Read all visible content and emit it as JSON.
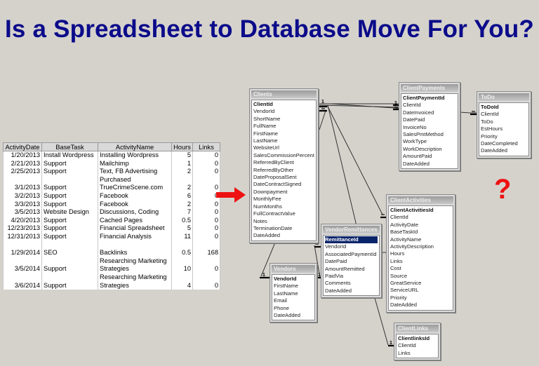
{
  "title": "Is a Spreadsheet to Database Move For You?",
  "colors": {
    "title": "#0b0b8a",
    "arrow": "#ee1111",
    "question": "#ee1111",
    "background": "#d5d2cc"
  },
  "question_mark": "?",
  "spreadsheet": {
    "headers": [
      "ActivityDate",
      "BaseTask",
      "ActivityName",
      "Hours",
      "Links"
    ],
    "rows": [
      [
        "1/20/2013",
        "Install Wordpress",
        "Installing Wordpress",
        "5",
        "0"
      ],
      [
        "2/21/2013",
        "Support",
        "Mailchimp",
        "1",
        "0"
      ],
      [
        "2/25/2013",
        "Support",
        "Text, FB Advertising",
        "2",
        "0"
      ],
      [
        "3/1/2013",
        "Support",
        "Purchased TrueCrimeScene.com",
        "2",
        "0"
      ],
      [
        "3/2/2013",
        "Support",
        "Facebook",
        "6",
        "0"
      ],
      [
        "3/3/2013",
        "Support",
        "Facebook",
        "2",
        "0"
      ],
      [
        "3/5/2013",
        "Website Design",
        "Discussions, Coding",
        "7",
        "0"
      ],
      [
        "4/20/2013",
        "Support",
        "Cached Pages",
        "0.5",
        "0"
      ],
      [
        "12/23/2013",
        "Support",
        "Financial Spreadsheet",
        "5",
        "0"
      ],
      [
        "12/31/2013",
        "Support",
        "Financial Analysis",
        "11",
        "0"
      ],
      [
        "1/29/2014",
        "SEO",
        "Backlinks",
        "0.5",
        "168"
      ],
      [
        "3/5/2014",
        "Support",
        "Researching Marketing Strategies",
        "10",
        "0"
      ],
      [
        "3/6/2014",
        "Support",
        "Researching Marketing Strategies",
        "4",
        "0"
      ]
    ]
  },
  "tables": [
    {
      "name": "Clients",
      "fields": [
        "ClientId",
        "VendorId",
        "ShortName",
        "FullName",
        "FirstName",
        "LastName",
        "WebsiteUrl",
        "SalesCommissionPercent",
        "ReferredByClient",
        "ReferredByOther",
        "DateProposalSent",
        "DateContractSigned",
        "Downpayment",
        "MonthlyFee",
        "NumMonths",
        "FullContractValue",
        "Notes",
        "TerminationDate",
        "DateAdded"
      ]
    },
    {
      "name": "ClientPayments",
      "fields": [
        "ClientPaymentId",
        "ClientId",
        "DateInvoiced",
        "DatePaid",
        "InvoiceNo",
        "SalesPmtMethod",
        "WorkType",
        "WorkDescription",
        "AmountPaid",
        "DateAdded"
      ]
    },
    {
      "name": "ToDo",
      "fields": [
        "ToDoId",
        "ClientId",
        "ToDo",
        "EstHours",
        "Priority",
        "DateCompleted",
        "DateAdded"
      ]
    },
    {
      "name": "ClientActivities",
      "fields": [
        "ClientActivitiesId",
        "ClientId",
        "ActivityDate",
        "BaseTaskId",
        "ActivityName",
        "ActivityDescription",
        "Hours",
        "Links",
        "Cost",
        "Source",
        "GreatService",
        "ServiceURL",
        "Priority",
        "DateAdded"
      ]
    },
    {
      "name": "VendorRemittances",
      "fields": [
        "RemittanceId",
        "VendorId",
        "AssociatedPaymentId",
        "DatePaid",
        "AmountRemitted",
        "PaidVia",
        "Comments",
        "DateAdded"
      ],
      "selected_field": "RemittanceId"
    },
    {
      "name": "Vendors",
      "fields": [
        "VendorId",
        "FirstName",
        "LastName",
        "Email",
        "Phone",
        "DateAdded"
      ]
    },
    {
      "name": "ClientLinks",
      "fields": [
        "ClientlinksId",
        "ClientId",
        "Links"
      ]
    }
  ],
  "relationship_labels": {
    "one": "1",
    "many": "∞"
  }
}
